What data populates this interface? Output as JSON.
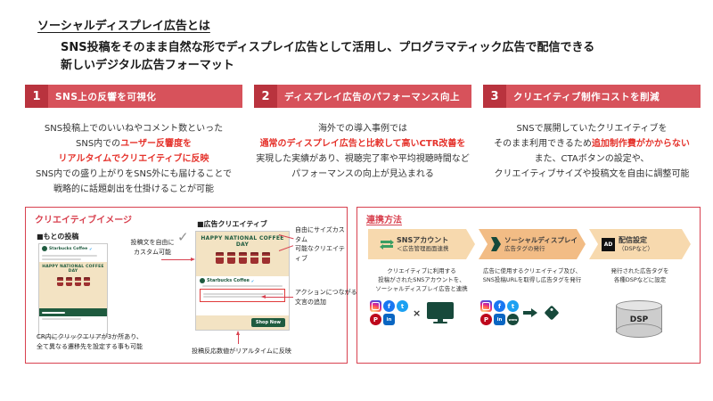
{
  "colors": {
    "accent_red": "#d8414f",
    "number_tile_red": "#b9333e",
    "header_bar_red": "#d7525b",
    "highlight_red": "#e5322b",
    "brand_green": "#1f5b3f",
    "icon_dark_green": "#17493b",
    "ribbon_orange_light": "#f7d9ae",
    "ribbon_orange_mid": "#f2bc85"
  },
  "page": {
    "title": "ソーシャルディスプレイ広告とは",
    "subtitle_line1": "SNS投稿をそのまま自然な形でディスプレイ広告として活用し、プログラマティック広告で配信できる",
    "subtitle_line2": "新しいデジタル広告フォーマット"
  },
  "features": [
    {
      "number": "1",
      "heading": "SNS上の反響を可視化",
      "l1": "SNS投稿上でのいいねやコメント数といった",
      "l2a": "SNS内での",
      "l2b": "ユーザー反響度を",
      "l3": "リアルタイムでクリエイティブに反映",
      "l4": "SNS内での盛り上がりをSNS外にも届けることで",
      "l5": "戦略的に話題創出を仕掛けることが可能"
    },
    {
      "number": "2",
      "heading": "ディスプレイ広告のパフォーマンス向上",
      "l1": "海外での導入事例では",
      "l2": "通常のディスプレイ広告と比較して高いCTR改善を",
      "l3": "実現した実績があり、視聴完了率や平均視聴時間など",
      "l4": "パフォーマンスの向上が見込まれる"
    },
    {
      "number": "3",
      "heading": "クリエイティブ制作コストを削減",
      "l1": "SNSで展開していたクリエイティブを",
      "l2a": "そのまま利用できるため",
      "l2b": "追加制作費がかからない",
      "l3": "また、CTAボタンの設定や、",
      "l4": "クリエイティブサイズや投稿文を自由に調整可能"
    }
  ],
  "creative": {
    "panel_title": "クリエイティブイメージ",
    "original_label": "■もとの投稿",
    "ad_label": "■広告クリエイティブ",
    "ann_custom": [
      "投稿文を自由に",
      "カスタム可能"
    ],
    "ann_size": [
      "自由にサイズカスタム",
      "可能なクリエイティブ"
    ],
    "ann_action": [
      "アクションにつながる",
      "文言の追加"
    ],
    "ann_click": [
      "CR内にクリックエリアが3か所あり、",
      "全て異なる遷移先を設定する事も可能"
    ],
    "ann_realtime": "投稿反応数値がリアルタイムに反映",
    "check_glyph": "✓",
    "mock": {
      "account": "Starbucks Coffee",
      "verified_glyph": "✔",
      "banner_text": "HAPPY NATIONAL COFFEE DAY",
      "shop_now": "Shop Now"
    }
  },
  "integration": {
    "panel_title": "連携方法",
    "steps": [
      {
        "title1": "SNSアカウント",
        "title2": "＜広告管理画面連携",
        "desc1": "クリエイティブに利用する",
        "desc2": "投稿がされたSNSアカウントを、",
        "desc3": "ソーシャルディスプレイ広告と連携"
      },
      {
        "title1": "ソーシャルディスプレイ",
        "title2": "広告タグの発行",
        "desc1": "広告に使用するクリエイティブ及び、",
        "desc2": "SNS投稿URLを取得し広告タグを発行"
      },
      {
        "badge": "AD",
        "title1": "配信設定",
        "title2": "（DSPなど）",
        "desc1": "発行された広告タグを",
        "desc2": "各種DSPなどに設定"
      }
    ],
    "multiply_sign": "×",
    "linkedin_glyph": "in",
    "facebook_glyph": "f",
    "twitter_glyph": "t",
    "pinterest_glyph": "P",
    "www_glyph": "www",
    "dsp_label": "DSP"
  }
}
